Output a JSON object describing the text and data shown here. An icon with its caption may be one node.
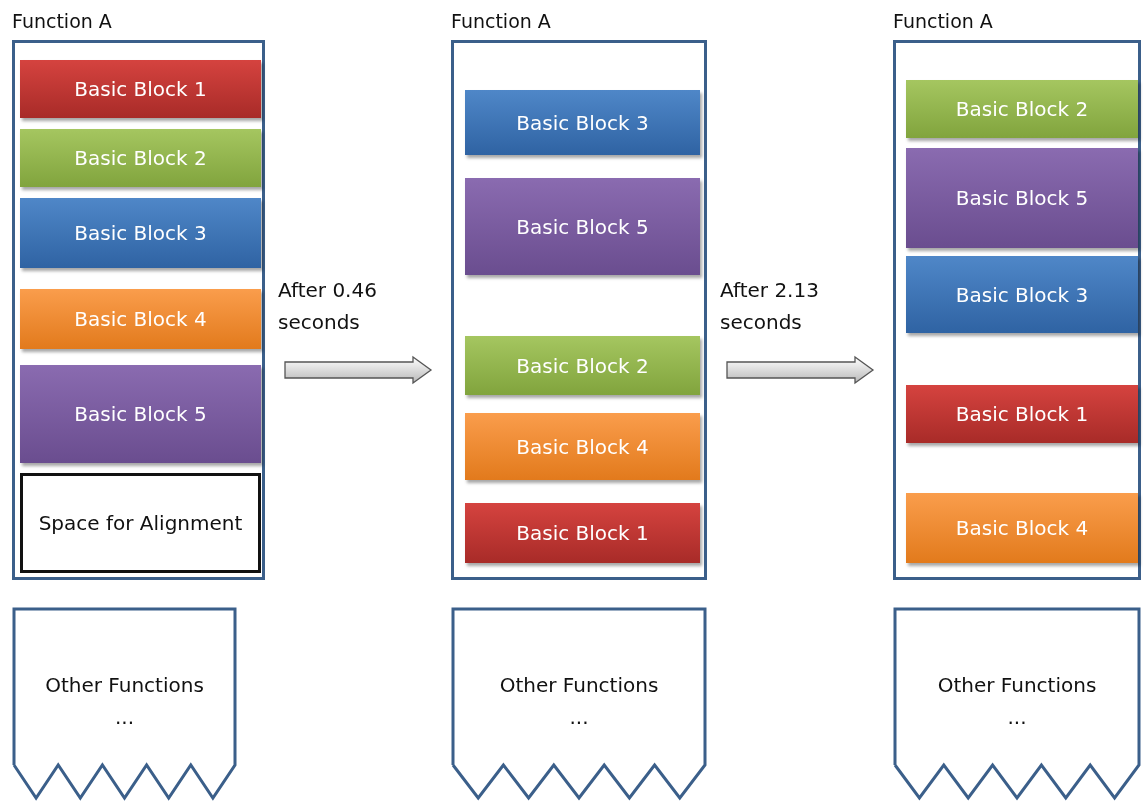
{
  "diagram": {
    "nodes": [
      {
        "text": [
          "Function A"
        ]
      },
      {
        "text": [
          "Basic Block 1"
        ],
        "in": 0
      },
      {
        "text": [
          "Basic Block 2"
        ],
        "in": 0
      },
      {
        "text": [
          "Basic Block 3"
        ],
        "in": 0
      },
      {
        "text": [
          "Basic Block 4"
        ],
        "in": 0
      },
      {
        "text": [
          "Basic Block 5"
        ],
        "in": 0
      },
      {
        "text": [
          "Space for Alignment"
        ],
        "in": 0
      },
      {
        "text": [
          "Function A"
        ]
      },
      {
        "text": [
          "Basic Block 3"
        ],
        "in": 7
      },
      {
        "text": [
          "Basic Block 5"
        ],
        "in": 7
      },
      {
        "text": [
          "Basic Block 2"
        ],
        "in": 7
      },
      {
        "text": [
          "Basic Block 4"
        ],
        "in": 7
      },
      {
        "text": [
          "Basic Block 1"
        ],
        "in": 7
      },
      {
        "text": [
          "Function A"
        ]
      },
      {
        "text": [
          "Basic Block 2"
        ],
        "in": 13
      },
      {
        "text": [
          "Basic Block 5"
        ],
        "in": 13
      },
      {
        "text": [
          "Basic Block 3"
        ],
        "in": 13
      },
      {
        "text": [
          "Basic Block 1"
        ],
        "in": 13
      },
      {
        "text": [
          "Basic Block 4"
        ],
        "in": 13
      },
      {
        "text": [
          "Other Functions",
          "..."
        ]
      },
      {
        "text": [
          "Other Functions",
          "..."
        ]
      },
      {
        "text": [
          "Other Functions",
          "..."
        ]
      }
    ],
    "edges": [
      {
        "from": 0,
        "to": 7,
        "arrow": "to",
        "label": "After 0.46 seconds"
      },
      {
        "from": 7,
        "to": 13,
        "arrow": "to",
        "label": "After 2.13 seconds"
      }
    ]
  }
}
